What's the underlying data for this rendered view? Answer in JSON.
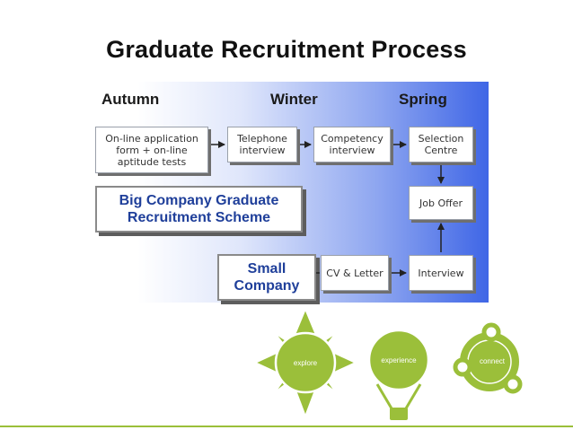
{
  "title": "Graduate Recruitment Process",
  "seasons": {
    "autumn": "Autumn",
    "winter": "Winter",
    "spring": "Spring"
  },
  "boxes": {
    "online_application": "On-line application form + on-line aptitude tests",
    "telephone_interview": "Telephone interview",
    "competency_interview": "Competency interview",
    "selection_centre": "Selection Centre",
    "job_offer": "Job Offer",
    "big_company": "Big Company Graduate Recruitment Scheme",
    "small_company": "Small Company",
    "cv_letter": "CV & Letter",
    "interview": "Interview"
  },
  "logo": {
    "explore": "explore",
    "experience": "experience",
    "connect": "connect"
  },
  "colors": {
    "accent_green": "#9bbf3a",
    "box_blue_text": "#1f3f9a",
    "gradient_blue": "#3f66e6"
  }
}
